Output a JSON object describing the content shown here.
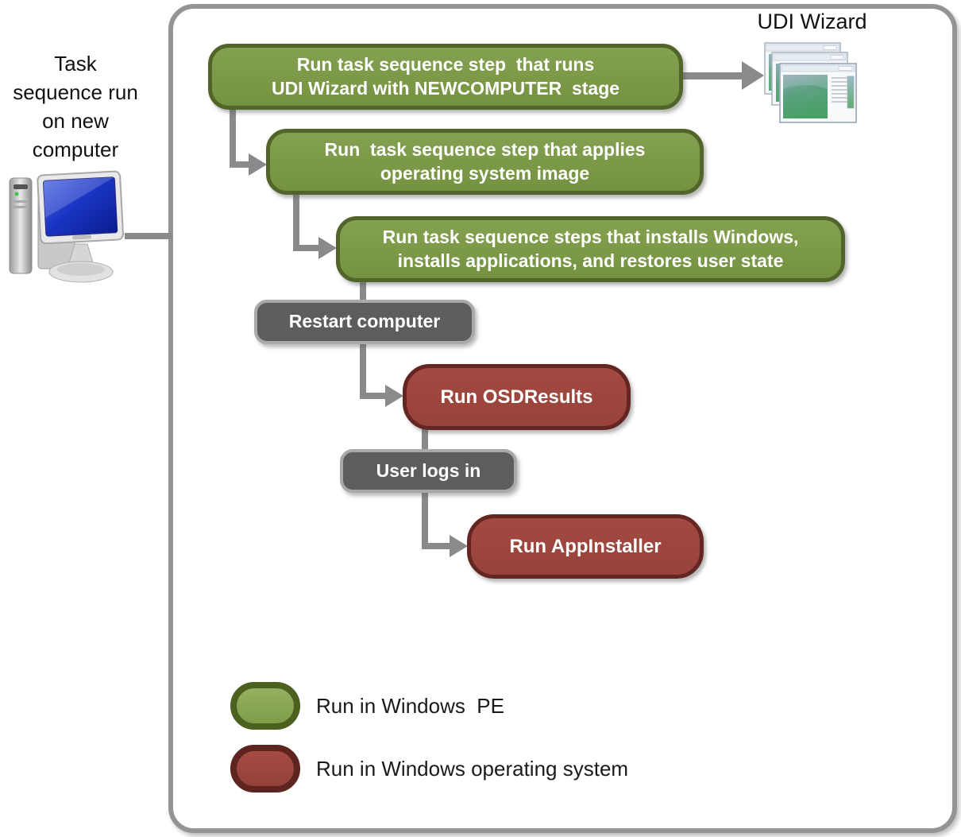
{
  "left_panel": {
    "caption": "Task\nsequence run\non new\ncomputer",
    "computer_icon": "desktop-computer-icon"
  },
  "flow": {
    "udi_wizard_label": "UDI Wizard",
    "udi_wizard_icon": "cascading-wizard-windows-icon",
    "boxes": [
      {
        "id": "step-run-udi-wizard",
        "type": "winpe",
        "label": "Run task sequence step  that runs\nUDI Wizard with NEWCOMPUTER  stage"
      },
      {
        "id": "step-apply-os-image",
        "type": "winpe",
        "label": "Run  task sequence step that applies\noperating system image"
      },
      {
        "id": "step-install-windows",
        "type": "winpe",
        "label": "Run task sequence steps that installs Windows,\ninstalls applications, and restores user state"
      },
      {
        "id": "event-restart",
        "type": "event",
        "label": "Restart computer"
      },
      {
        "id": "step-run-osdresults",
        "type": "winos",
        "label": "Run OSDResults"
      },
      {
        "id": "event-user-logs-in",
        "type": "event",
        "label": "User logs in"
      },
      {
        "id": "step-run-appinstaller",
        "type": "winos",
        "label": "Run AppInstaller"
      }
    ]
  },
  "legend": {
    "items": [
      {
        "swatch": "green",
        "label": "Run in Windows  PE"
      },
      {
        "swatch": "red",
        "label": "Run in Windows operating system"
      }
    ]
  },
  "colors": {
    "winpe_fill": "#77933C",
    "winpe_border": "#51652B",
    "winos_fill": "#9A443C",
    "winos_border": "#632622",
    "event_fill": "#5D5D5D",
    "event_border": "#A9A9A9",
    "connector": "#8A8A8A",
    "frame_border": "#949494",
    "text_on_box": "#FFFFFF",
    "text_outside": "#111111"
  }
}
